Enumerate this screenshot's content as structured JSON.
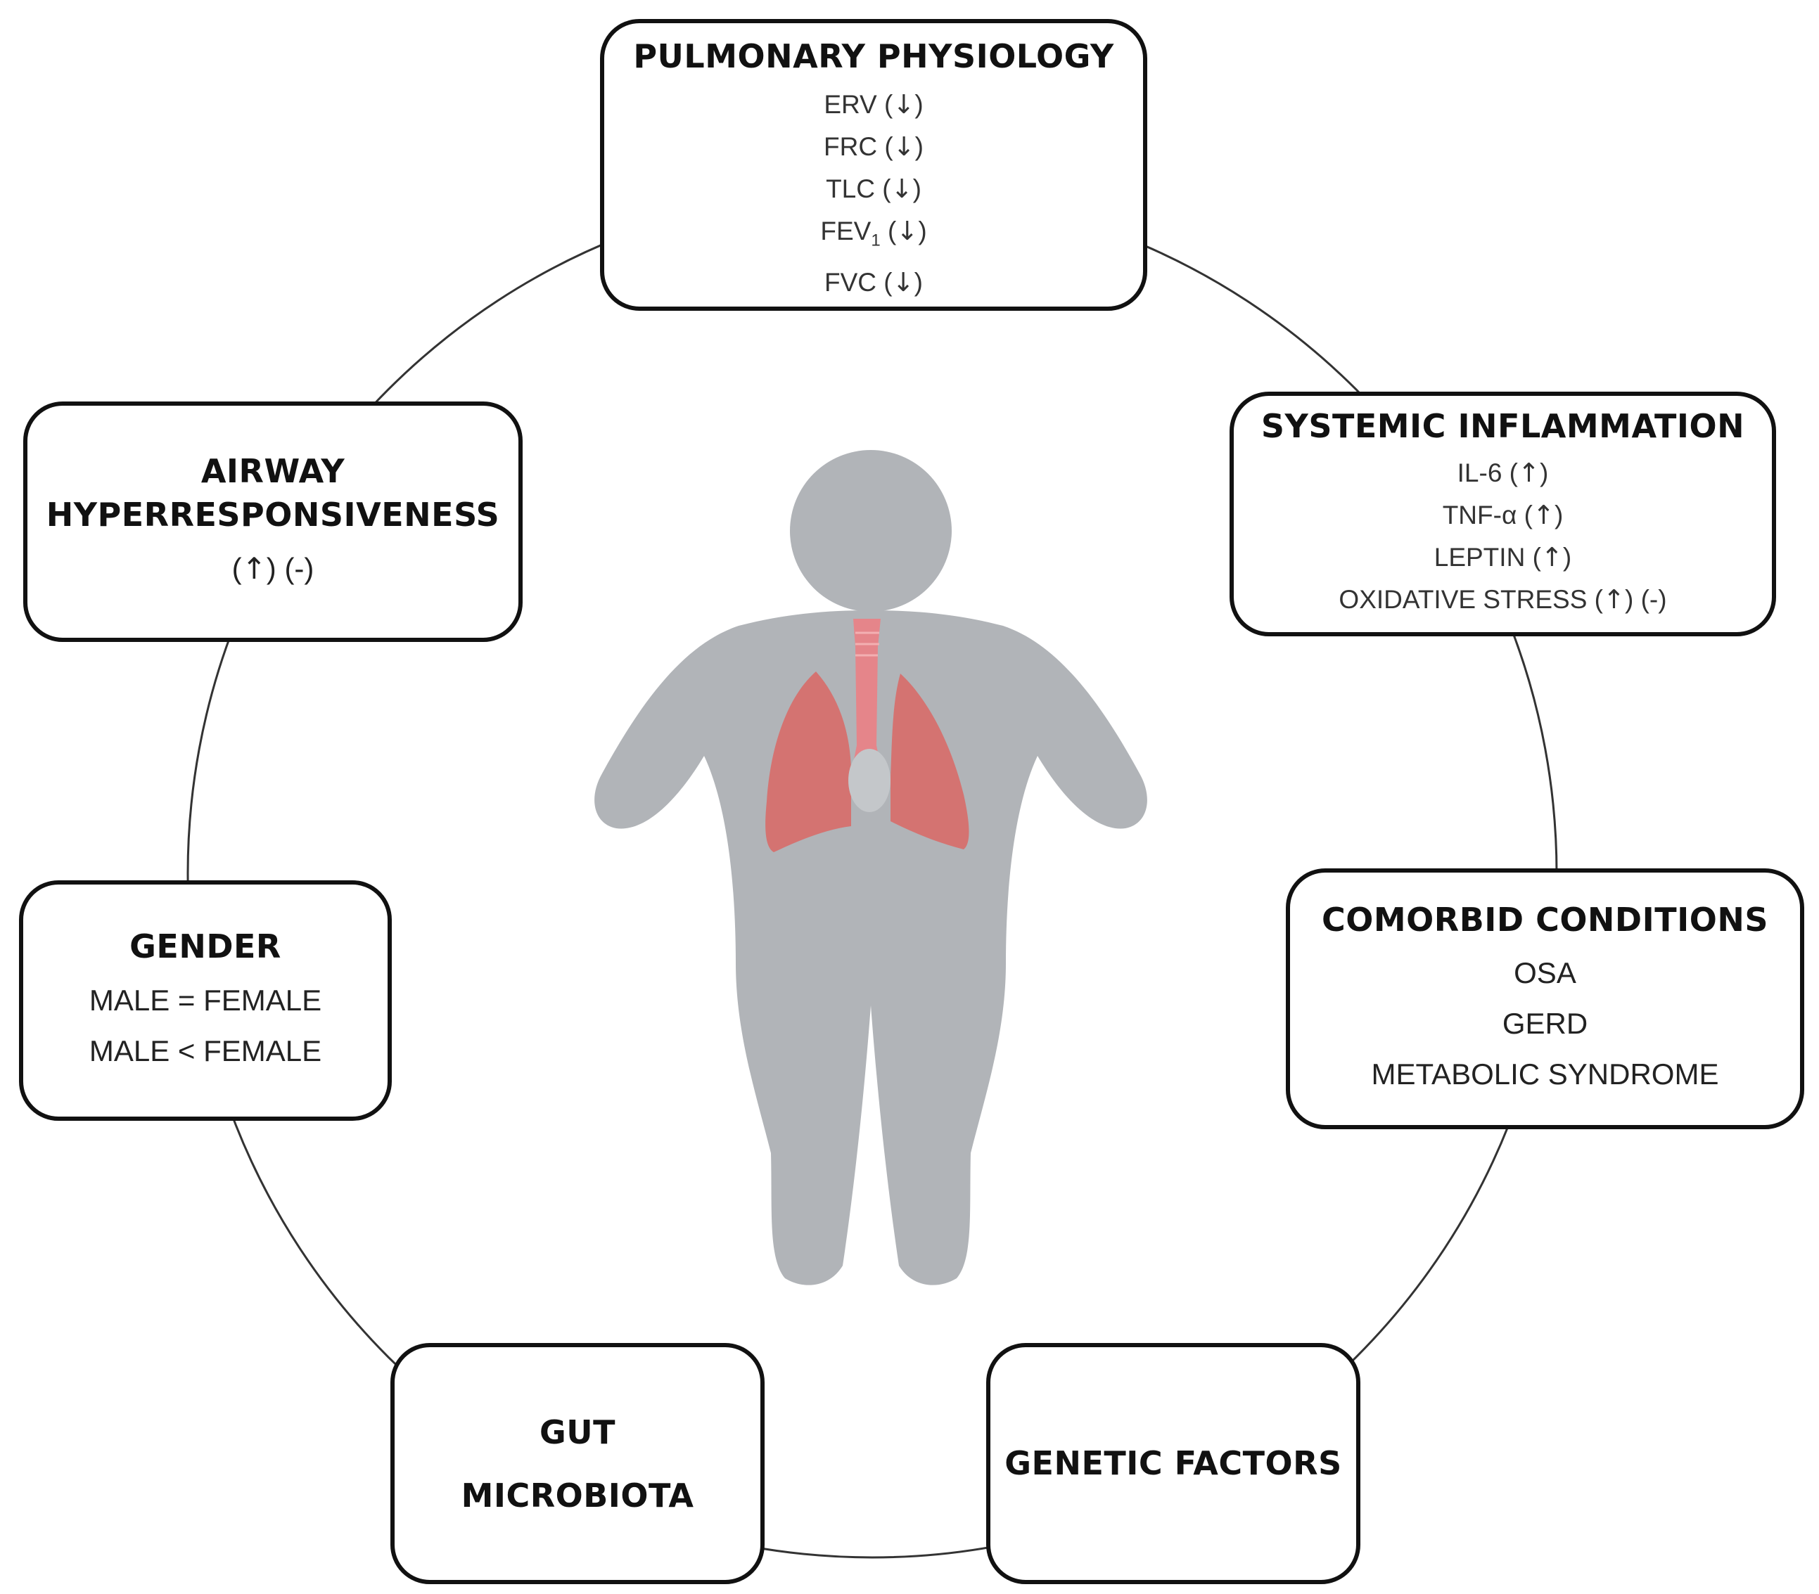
{
  "boxes": {
    "pulmonary_physiology": {
      "title": "PULMONARY PHYSIOLOGY",
      "items": [
        {
          "label": "ERV",
          "arrow": "↓"
        },
        {
          "label": "FRC",
          "arrow": "↓"
        },
        {
          "label": "TLC",
          "arrow": "↓"
        },
        {
          "label": "FEV",
          "sub": "1",
          "arrow": "↓"
        },
        {
          "label": "FVC",
          "arrow": "↓"
        }
      ]
    },
    "systemic_inflammation": {
      "title": "SYSTEMIC INFLAMMATION",
      "items": [
        {
          "label": "IL-6",
          "arrow": "↑"
        },
        {
          "label": "TNF-α",
          "arrow": "↑"
        },
        {
          "label": "LEPTIN",
          "arrow": "↑"
        },
        {
          "label": "OXIDATIVE STRESS",
          "arrow": "↑",
          "suffix": "(-)"
        }
      ]
    },
    "comorbid_conditions": {
      "title": "COMORBID CONDITIONS",
      "items": [
        "OSA",
        "GERD",
        "METABOLIC SYNDROME"
      ]
    },
    "genetic_factors": {
      "title": "GENETIC FACTORS"
    },
    "gut_microbiota": {
      "title_line1": "GUT",
      "title_line2": "MICROBIOTA"
    },
    "gender": {
      "title": "GENDER",
      "items": [
        "MALE = FEMALE",
        "MALE < FEMALE"
      ]
    },
    "airway_hyperresponsiveness": {
      "title_line1": "AIRWAY",
      "title_line2": "HYPERRESPONSIVENESS",
      "arrow": "↑",
      "suffix": "(-)"
    }
  },
  "colors": {
    "body": "#b1b4b8",
    "lungs": "#d47371",
    "trachea": "#e5858a",
    "outline": "#111111",
    "ring": "#333333"
  },
  "icons": {
    "figure": "obese-human-silhouette-icon",
    "lungs": "lungs-icon"
  }
}
